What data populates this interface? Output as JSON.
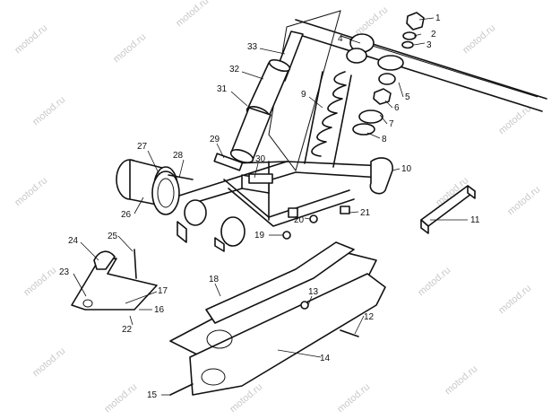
{
  "watermark_text": "motod.ru",
  "callouts": {
    "c1": "1",
    "c2": "2",
    "c3": "3",
    "c4": "4",
    "c5": "5",
    "c6": "6",
    "c7": "7",
    "c8": "8",
    "c9": "9",
    "c10": "10",
    "c11": "11",
    "c12": "12",
    "c13": "13",
    "c14": "14",
    "c15": "15",
    "c16": "16",
    "c17": "17",
    "c18": "18",
    "c19": "19",
    "c20": "20",
    "c21": "21",
    "c22": "22",
    "c23": "23",
    "c24": "24",
    "c25": "25",
    "c26": "26",
    "c27": "27",
    "c28": "28",
    "c29": "29",
    "c30": "30",
    "c31": "31",
    "c32": "32",
    "c33": "33"
  },
  "colors": {
    "line": "#111111",
    "background": "#ffffff",
    "watermark": "#c9c9c9"
  }
}
